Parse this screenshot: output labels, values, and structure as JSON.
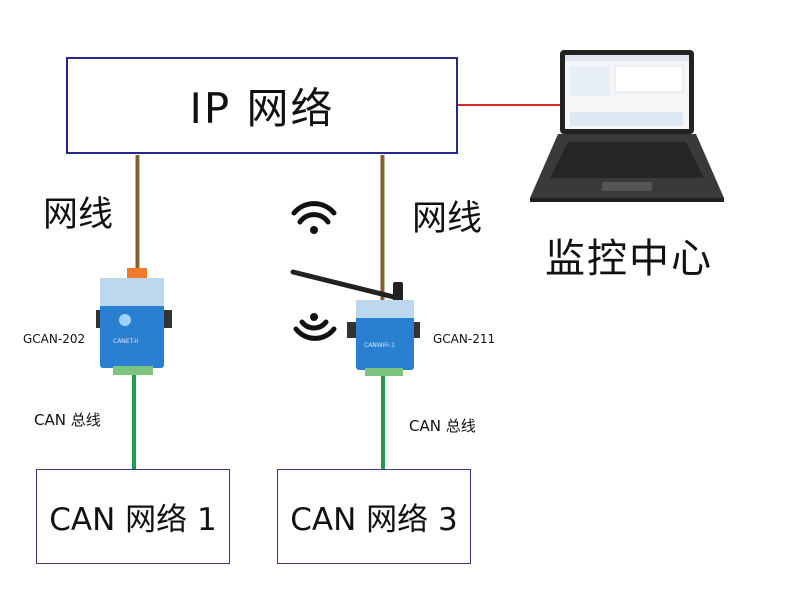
{
  "ip_network": {
    "label": "IP 网络"
  },
  "cable_left": {
    "label": "网线"
  },
  "cable_right": {
    "label": "网线"
  },
  "monitor": {
    "label": "监控中心"
  },
  "device_left": {
    "model": "GCAN-202",
    "panel_text": "CANET-II"
  },
  "device_right": {
    "model": "GCAN-211",
    "panel_text": "CANWiFi-1"
  },
  "bus_left": {
    "label": "CAN 总线"
  },
  "bus_right": {
    "label": "CAN 总线"
  },
  "can_net_1": {
    "label": "CAN 网络 1"
  },
  "can_net_3": {
    "label": "CAN 网络 3"
  },
  "colors": {
    "box_border": "#26268c",
    "ethernet_cable": "#8b5a2b",
    "laptop_link": "#d62828",
    "can_bus_wire": "#1f9e4a",
    "device_body": "#2a7fd0"
  },
  "icons": [
    "wifi-signal-icon",
    "wireless-broadcast-icon",
    "laptop-icon",
    "antenna-icon"
  ]
}
